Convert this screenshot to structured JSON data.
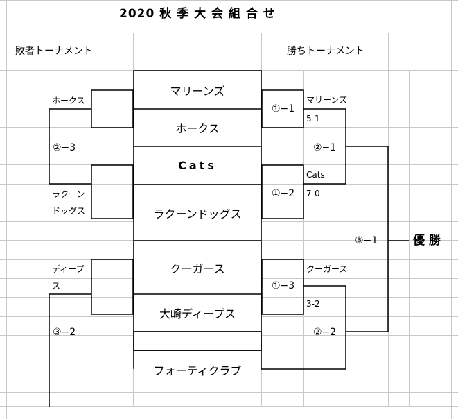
{
  "title": "2020 秋 季 大 会 組 合 せ",
  "headers": {
    "loser": "敗者トーナメント",
    "winner": "勝ちトーナメント"
  },
  "teams": [
    "マリーンズ",
    "ホークス",
    "Cats",
    "ラクーンドッグス",
    "クーガース",
    "大崎ディープス",
    "フォーティクラブ"
  ],
  "loser": {
    "hawks": "ホークス",
    "raccoon_1": "ラクーン",
    "raccoon_2": "ドッグス",
    "deeps_1": "ディープ",
    "deeps_2": "ス",
    "match_a": "②−3",
    "match_b": "③−2"
  },
  "winner": {
    "m1": "①−1",
    "m2": "①−2",
    "m3": "①−3",
    "semi1": "②−1",
    "semi2": "②−2",
    "final": "③−1",
    "w1_name": "マリーンズ",
    "w1_score": "5-1",
    "w2_name": "Cats",
    "w2_score": "7-0",
    "w3_name": "クーガース",
    "w3_score": "3-2",
    "champion": "優 勝"
  }
}
